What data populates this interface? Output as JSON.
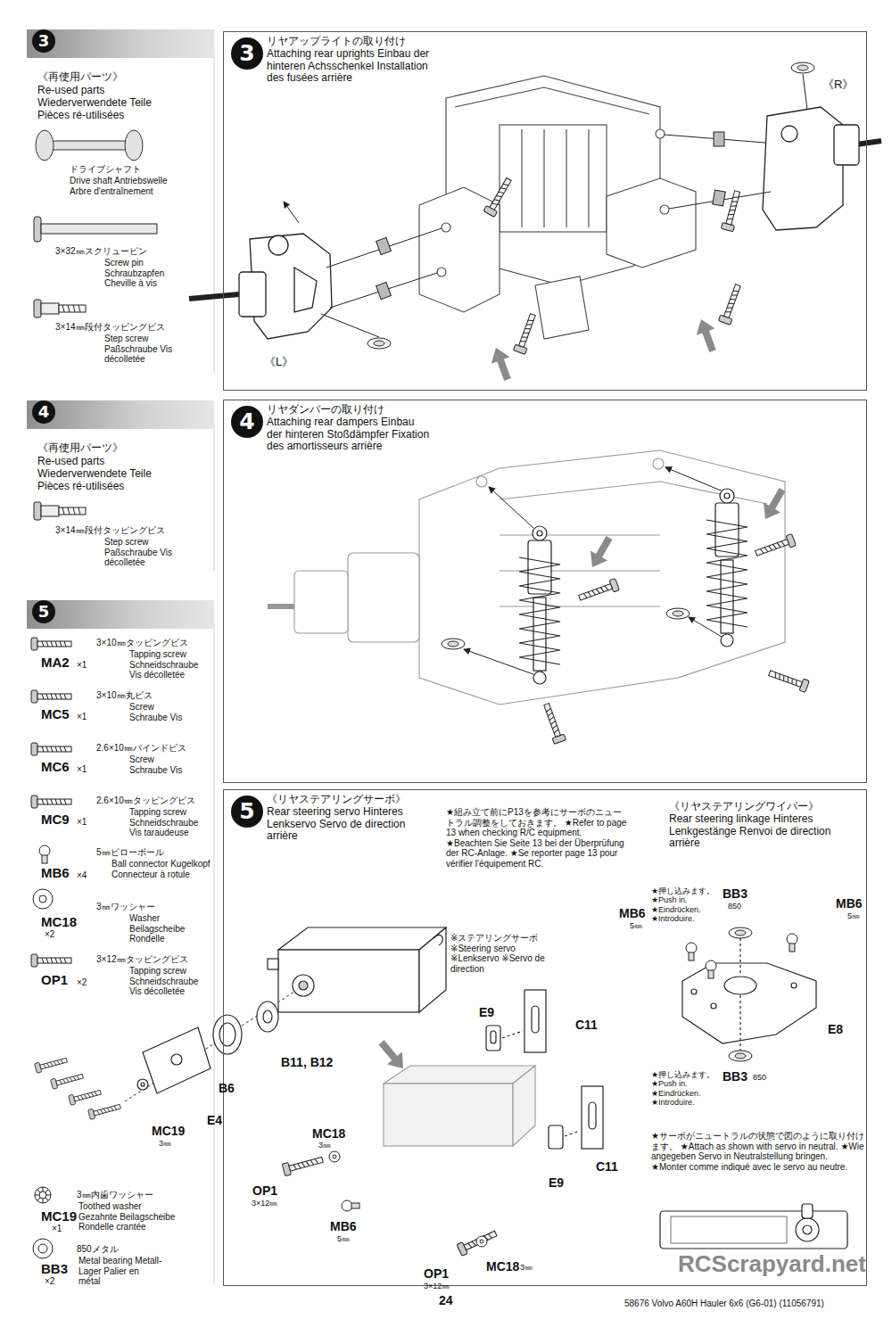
{
  "diagram": {
    "nodes": [
      {
        "text": [
          "3"
        ]
      },
      {
        "text": [
          "3",
          "リヤアップライトの取り付け Attaching rear uprights Einbau der hinteren Achsschenkel Installation des fusées arrière"
        ]
      },
      {
        "text": [
          "4"
        ]
      },
      {
        "text": [
          "4",
          "リヤダンパーの取り付け Attaching rear dampers Einbau der hinteren Stoßdämpfer Fixation des amortisseurs arrière"
        ]
      },
      {
        "text": [
          "5"
        ]
      },
      {
        "text": [
          "5",
          "《リヤステアリングサーボ》 Rear steering servo Hinteres Lenkservo Servo de direction arrière"
        ]
      }
    ],
    "labels": [
      "《再使用パーツ》",
      "Re-used parts Wiederverwendete Teile Pièces ré-utilisées",
      "ドライブシャフト",
      "Drive shaft Antriebswelle Arbre d'entraînement",
      "3×32㎜スクリューピン",
      "Screw pin Schraubzapfen Cheville à vis",
      "3×14㎜段付タッピングビス",
      "Step screw Paßschraube Vis décolletée",
      "《R》",
      "《L》",
      "《再使用パーツ》",
      "Re-used parts Wiederverwendete Teile Pièces ré-utilisées",
      "3×14㎜段付タッピングビス",
      "Step screw Paßschraube Vis décolletée",
      "MA2",
      "×1",
      "3×10㎜タッピングビス",
      "Tapping screw Schneidschraube Vis décolletée",
      "MC5",
      "×1",
      "3×10㎜丸ビス",
      "Screw Schraube Vis",
      "MC6",
      "×1",
      "2.6×10㎜バインドビス",
      "Screw Schraube Vis",
      "MC9",
      "×1",
      "2.6×10㎜タッピングビス",
      "Tapping screw Schneidschraube Vis taraudeuse",
      "MB6",
      "×4",
      "5㎜ピローボール",
      "Ball connector Kugelkopf Connecteur à rotule",
      "MC18",
      "×2",
      "3㎜ワッシャー",
      "Washer Beilagscheibe Rondelle",
      "OP1",
      "×2",
      "3×12㎜タッピングビス",
      "Tapping screw Schneidschraube Vis décolletée",
      "MC19",
      "×1",
      "3㎜内歯ワッシャー",
      "Toothed washer Gezahnte Beilagscheibe Rondelle crantée",
      "BB3",
      "×2",
      "850メタル",
      "Metal bearing Metall-Lager Palier en métal",
      "★組み立て前にP13を参考にサーボのニュートラル調整をしておきます。 ★Refer to page 13 when checking R/C equipment. ★Beachten Sie Seite 13 bei der Überprüfung der RC-Anlage. ★Se reporter page 13 pour vérifier l'équipement RC.",
      "《リヤステアリングワイパー》 Rear steering linkage Hinteres Lenkgestänge Renvoi de direction arrière",
      "★押し込みます。 ★Push in. ★Eindrücken. ★Introduire.",
      "BB3",
      "850",
      "MB6",
      "5㎜",
      "MB6",
      "5㎜",
      "E8",
      "★押し込みます。 ★Push in. ★Eindrücken. ★Introduire.",
      "BB3",
      "850",
      "★サーボがニュートラルの状態で図のように取り付けます。 ★Attach as shown with servo in neutral. ★Wie angegeben Servo in Neutralstellung bringen. ★Monter comme indiqué avec le servo au neutre.",
      "※ステアリングサーボ ※Steering servo ※Lenkservo ※Servo de direction",
      "B11, B12",
      "B6",
      "E4",
      "MC19",
      "3㎜",
      "E9",
      "C11",
      "C11",
      "E9",
      "MC18",
      "3㎜",
      "OP1",
      "3×12㎜",
      "MB6",
      "5㎜",
      "OP1",
      "3×12㎜",
      "MC18",
      "3㎜",
      "24",
      "58676 Volvo A60H Hauler 6x6 (G6-01) (11056791)",
      "RCScrapyard.net"
    ]
  }
}
